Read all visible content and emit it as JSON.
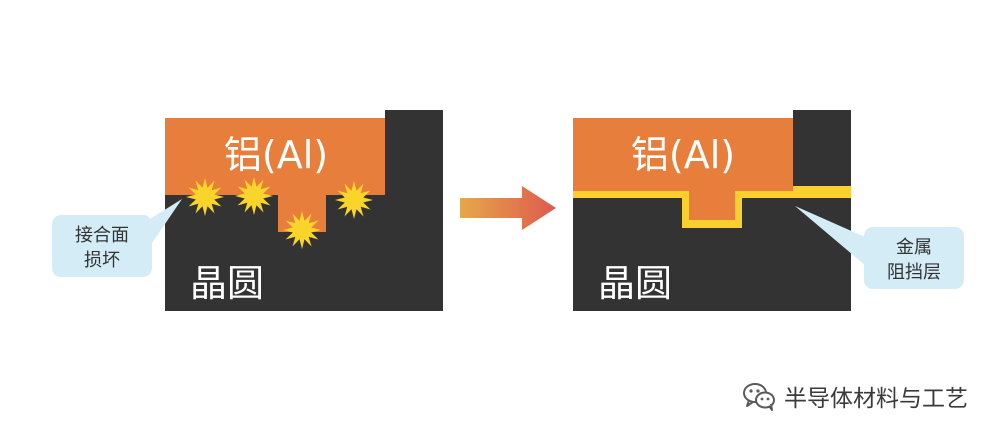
{
  "colors": {
    "aluminum": "#E87E3B",
    "wafer": "#333333",
    "barrier": "#FAD02E",
    "spark": "#F9D42A",
    "bubble": "#D4ECF6",
    "arrow_start": "#E5A84A",
    "arrow_end": "#DE5A4E",
    "white_text": "#FFFFFF"
  },
  "left_panel": {
    "aluminum_label": "铝(Al)",
    "wafer_label": "晶圆",
    "callout_line1": "接合面",
    "callout_line2": "损坏"
  },
  "right_panel": {
    "aluminum_label": "铝(Al)",
    "wafer_label": "晶圆",
    "callout_line1": "金属",
    "callout_line2": "阻挡层"
  },
  "footer": {
    "icon": "wechat-icon",
    "text": "半导体材料与工艺"
  }
}
